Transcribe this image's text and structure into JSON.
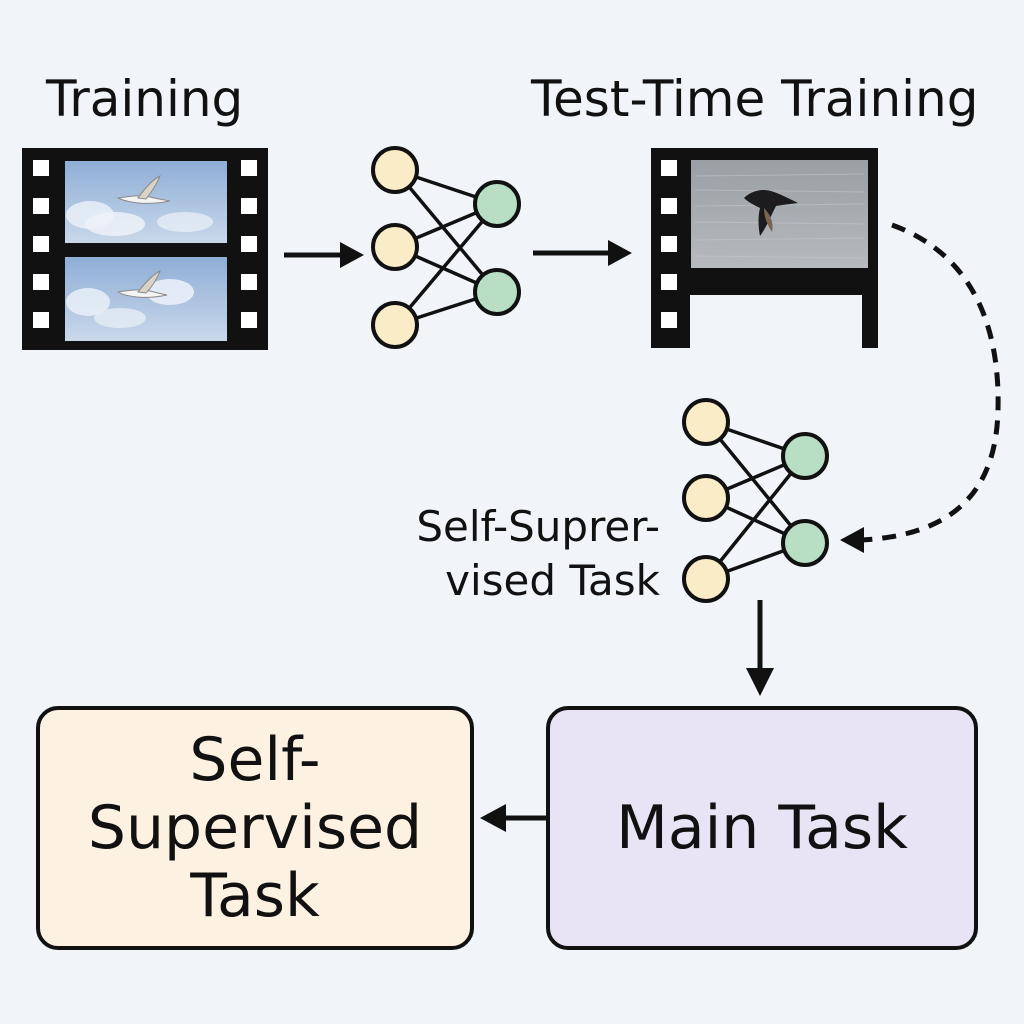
{
  "titles": {
    "training": "Training",
    "test_time_training": "Test-Time Training"
  },
  "side_label": {
    "line1": "Self-Suprer-",
    "line2": "vised Task"
  },
  "boxes": {
    "self_supervised": {
      "line1": "Self-",
      "line2": "Supervised",
      "line3": "Task",
      "fill": "#fdf2e2"
    },
    "main_task": {
      "label": "Main Task",
      "fill": "#e8e4f5"
    }
  },
  "colors": {
    "background": "#f1f5fa",
    "ink": "#111111",
    "input_node": "#fbecc8",
    "output_node": "#b8dfc4",
    "sky": "#9fb9d8",
    "water": "#a6aaae"
  },
  "icons": {
    "bird_training": "seagull-icon",
    "bird_test": "dark-bird-icon"
  }
}
